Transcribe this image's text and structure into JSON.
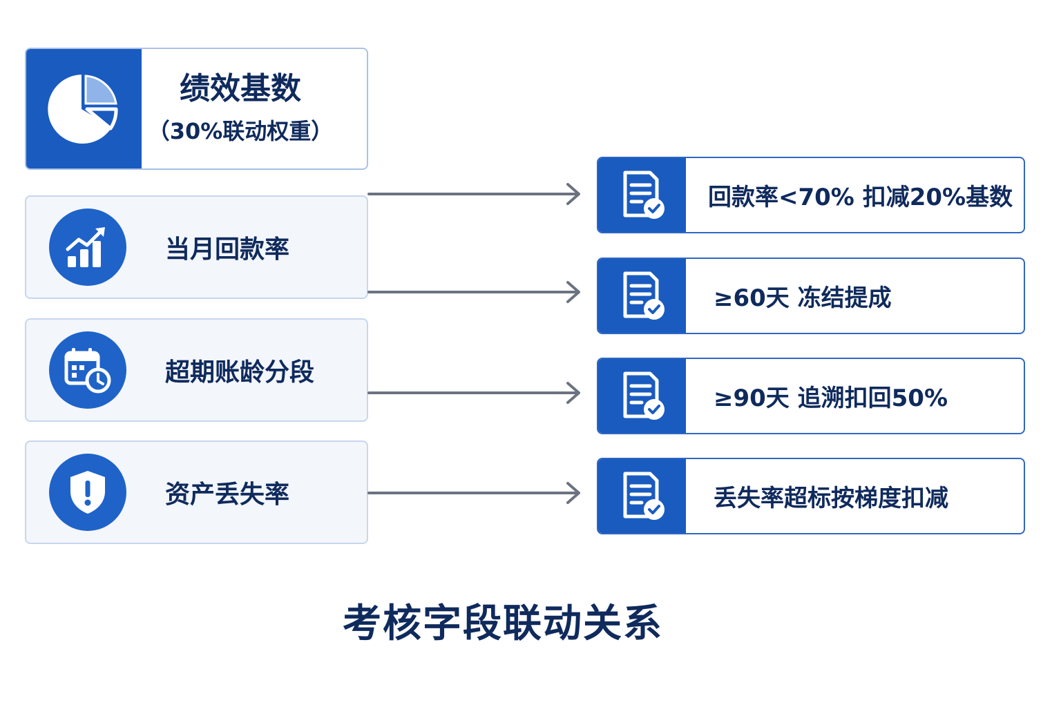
{
  "base": {
    "title": "绩效基数",
    "subtitle": "（30%联动权重）",
    "icon": "pie-chart-icon"
  },
  "metrics": [
    {
      "label": "当月回款率",
      "icon": "growth-bar-chart-icon"
    },
    {
      "label": "超期账龄分段",
      "icon": "calendar-clock-icon"
    },
    {
      "label": "资产丢失率",
      "icon": "shield-alert-icon"
    }
  ],
  "rules": [
    {
      "label": "回款率<70% 扣减20%基数",
      "icon": "document-check-icon"
    },
    {
      "label": "≥60天 冻结提成",
      "icon": "document-check-icon"
    },
    {
      "label": "≥90天 追溯扣回50%",
      "icon": "document-check-icon"
    },
    {
      "label": "丢失率超标按梯度扣减",
      "icon": "document-check-icon"
    }
  ],
  "footer": {
    "title": "考核字段联动关系"
  },
  "colors": {
    "primary": "#1a5bbf",
    "accent_circle": "#1f63c9",
    "text": "#0f2a5c",
    "arrow": "#6b7280",
    "card_border_light": "#c6d6ee",
    "card_border_rule": "#2f67c2"
  }
}
